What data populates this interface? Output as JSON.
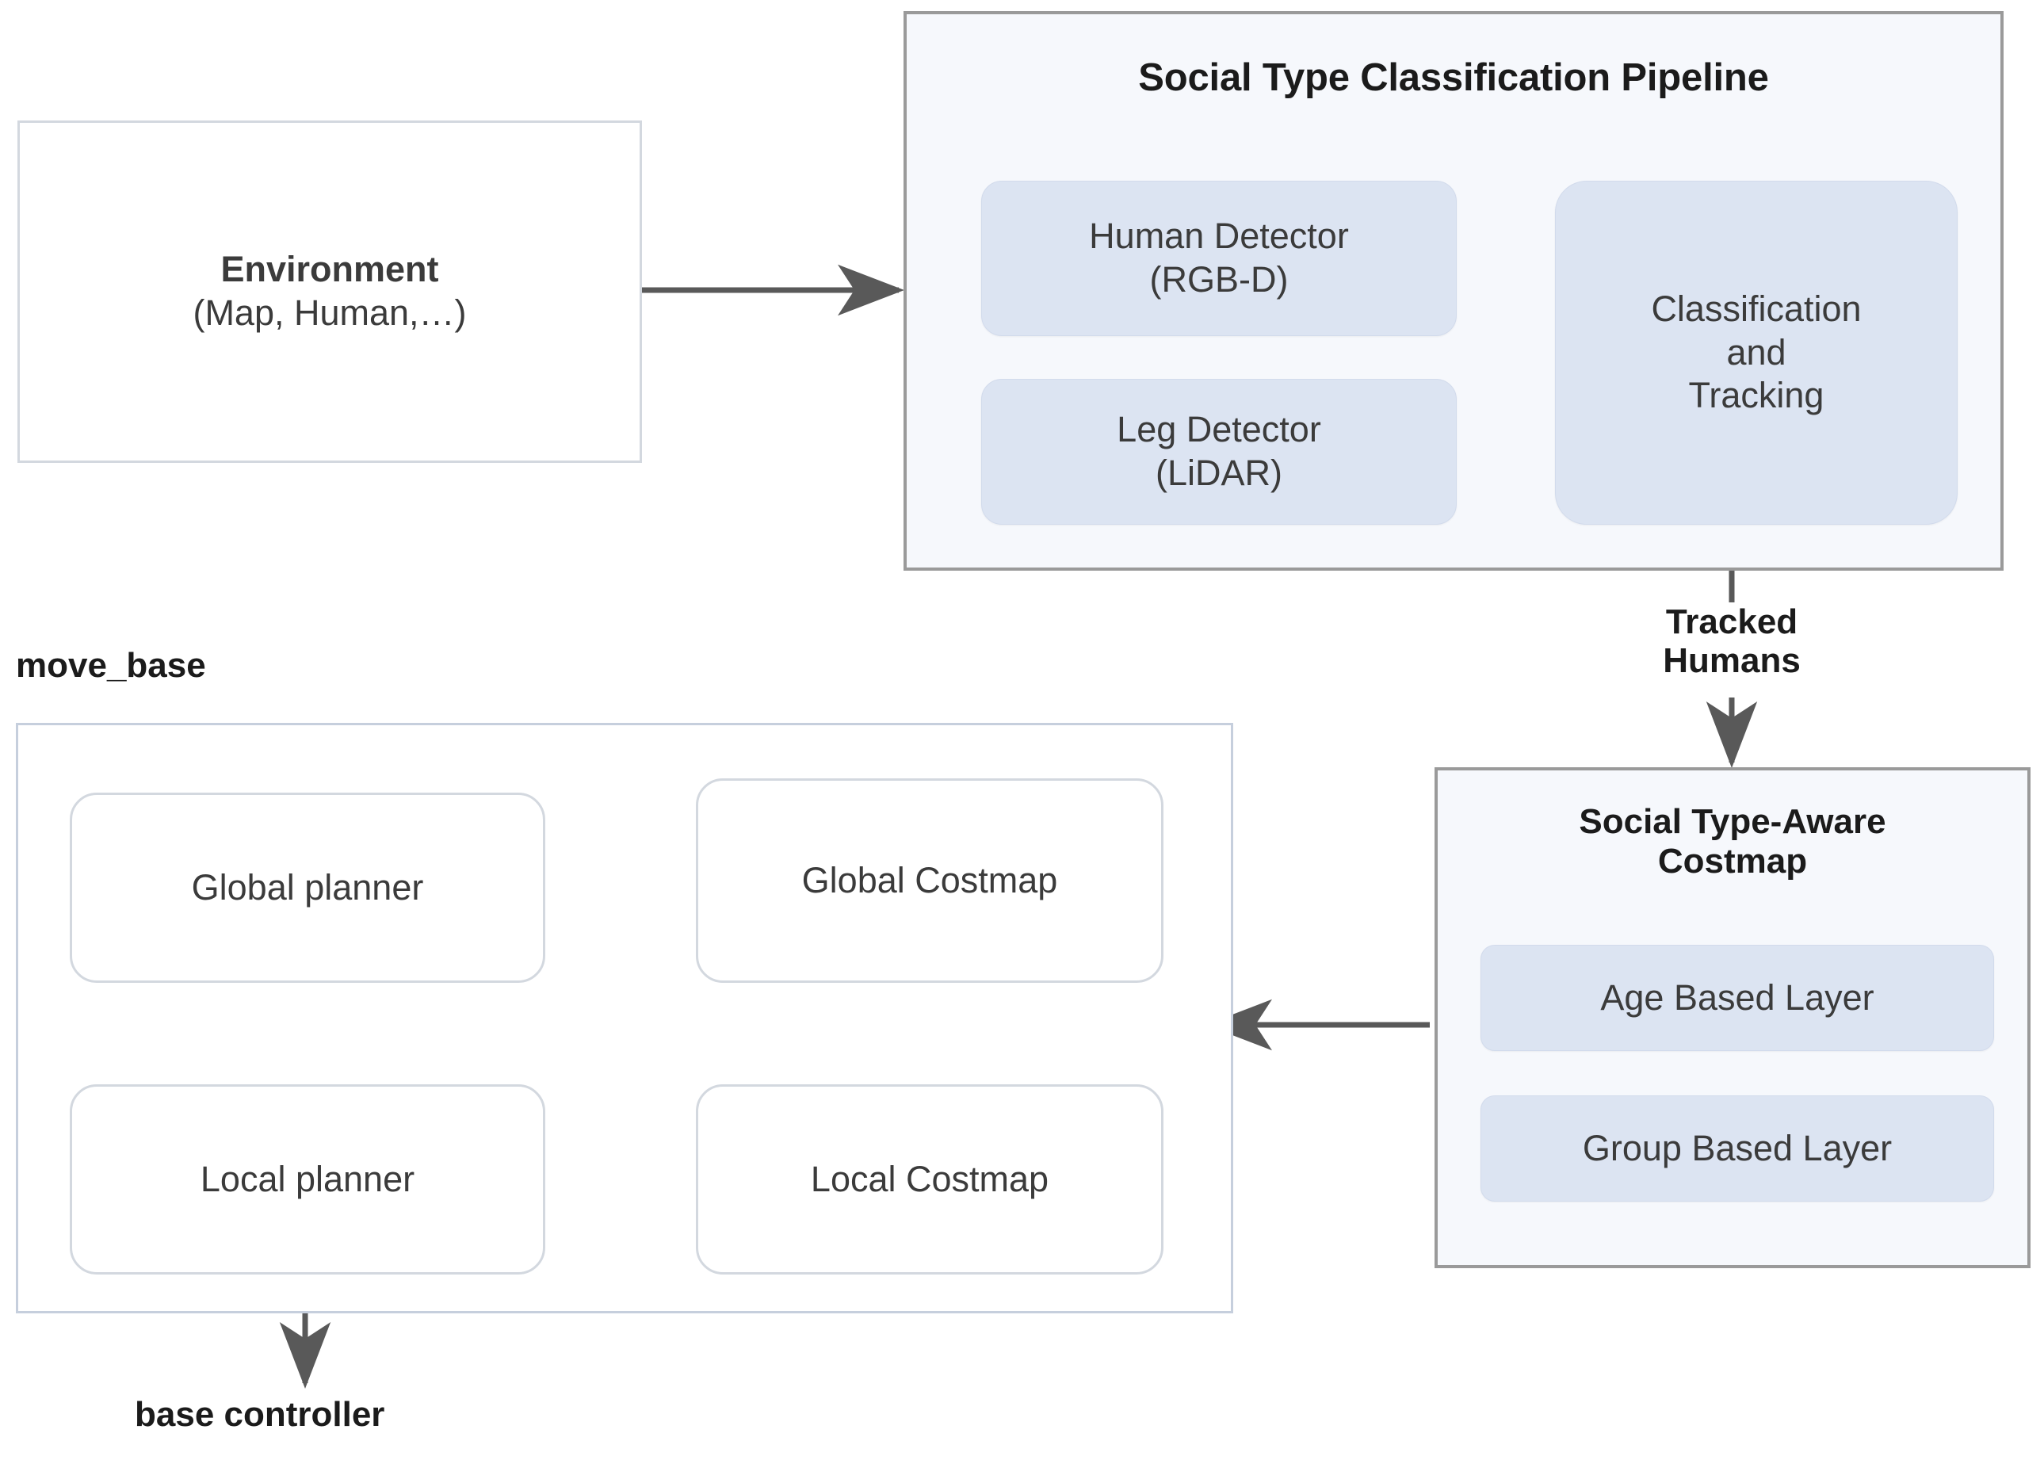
{
  "diagram": {
    "environment": {
      "title": "Environment",
      "subtitle": "(Map, Human,…)"
    },
    "pipeline": {
      "title": "Social Type Classification Pipeline",
      "human_detector": {
        "line1": "Human Detector",
        "line2": "(RGB-D)"
      },
      "leg_detector": {
        "line1": "Leg Detector",
        "line2": "(LiDAR)"
      },
      "classifier": {
        "line1": "Classification",
        "line2": "and",
        "line3": "Tracking"
      }
    },
    "edges": {
      "tracked_humans": {
        "line1": "Tracked",
        "line2": "Humans"
      }
    },
    "costmap_panel": {
      "title_line1": "Social Type-Aware",
      "title_line2": "Costmap",
      "layers": [
        {
          "label": "Age Based Layer"
        },
        {
          "label": "Group Based Layer"
        }
      ]
    },
    "move_base": {
      "label": "move_base",
      "global_planner": "Global planner",
      "global_costmap": "Global Costmap",
      "local_planner": "Local planner",
      "local_costmap": "Local Costmap"
    },
    "base_controller": {
      "label": "base controller"
    },
    "colors": {
      "node_blue_fill": "#dce4f2",
      "panel_fill": "#f6f8fc",
      "panel_border": "#9a9a9a",
      "movebase_border": "#c6cfdd",
      "node_border": "#d3d8df",
      "arrow": "#595959",
      "text": "#3b3b3b",
      "heading": "#1b1b1b"
    }
  }
}
